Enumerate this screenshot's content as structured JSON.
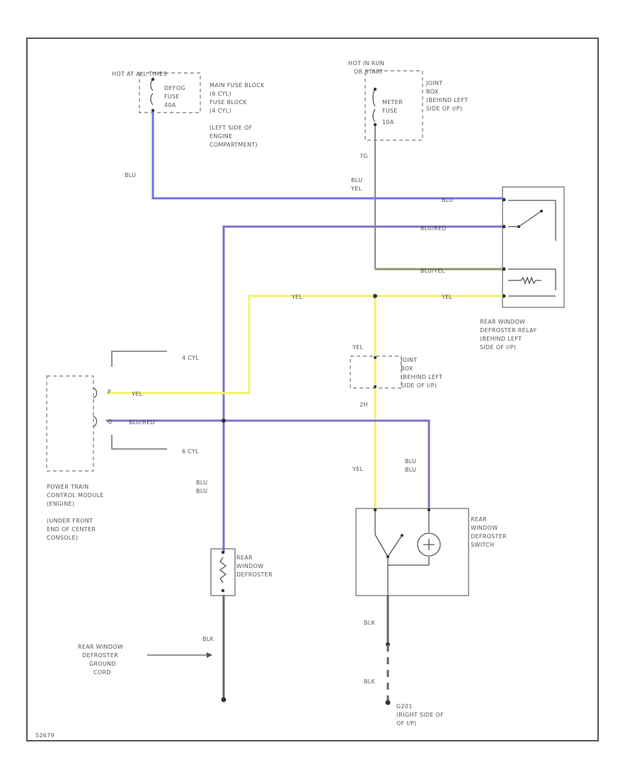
{
  "colors": {
    "blu": "#6f73ee",
    "blu_red": "#7a72cc",
    "yel": "#f2f26a",
    "blu_yel": "#8f9468",
    "blk": "#666666"
  },
  "power": {
    "hot_all_times": "HOT AT ALL TIMES",
    "defog_fuse": [
      "DEFOG",
      "FUSE",
      "40A"
    ],
    "main_fuse_block": [
      "MAIN FUSE BLOCK",
      "(6 CYL)",
      "FUSE BLOCK",
      "(4 CYL)",
      "(LEFT SIDE OF",
      "ENGINE",
      "COMPARTMENT)"
    ],
    "hot_in_run": [
      "HOT IN RUN",
      "OR START"
    ],
    "meter_fuse": [
      "METER",
      "FUSE",
      "10A"
    ],
    "joint_box_1": [
      "JOINT",
      "BOX",
      "(BEHIND LEFT",
      "SIDE OF I/P)"
    ]
  },
  "wires": {
    "blu": "BLU",
    "blu_red": "BLU/RED",
    "blu_yel": "BLU/YEL",
    "yel": "YEL",
    "blk": "BLK",
    "blu_yel_vert": [
      "BLU",
      "YEL"
    ],
    "blu_blu": [
      "BLU",
      "BLU"
    ],
    "blu_blu_2": [
      "BLU",
      "BLU"
    ]
  },
  "terminals": {
    "t_74": "7G",
    "t_2h": "2H"
  },
  "relay": {
    "label": [
      "REAR WINDOW",
      "DEFROSTER RELAY",
      "(BEHIND LEFT",
      "SIDE OF I/P)"
    ]
  },
  "joint_box_2": {
    "label": [
      "JOINT",
      "BOX",
      "(BEHIND LEFT",
      "SIDE OF I/P)"
    ]
  },
  "pcm": {
    "cyl4": "4 CYL",
    "cyl6": "6 CYL",
    "pin_p": "P",
    "pin_q": "Q",
    "label": [
      "POWER TRAIN",
      "CONTROL MODULE",
      "(ENGINE)"
    ],
    "location": [
      "(UNDER FRONT",
      "END OF CENTER",
      "CONSOLE)"
    ]
  },
  "defroster": {
    "label": [
      "REAR",
      "WINDOW",
      "DEFROSTER"
    ]
  },
  "switch": {
    "label": [
      "REAR",
      "WINDOW",
      "DEFROSTER",
      "SWITCH"
    ]
  },
  "ground": {
    "cord_label": [
      "REAR WINDOW",
      "DEFROSTER",
      "GROUND",
      "CORD"
    ],
    "g201": [
      "G201",
      "(RIGHT SIDE OF",
      "OF I/P)"
    ]
  },
  "figure_id": "52679"
}
